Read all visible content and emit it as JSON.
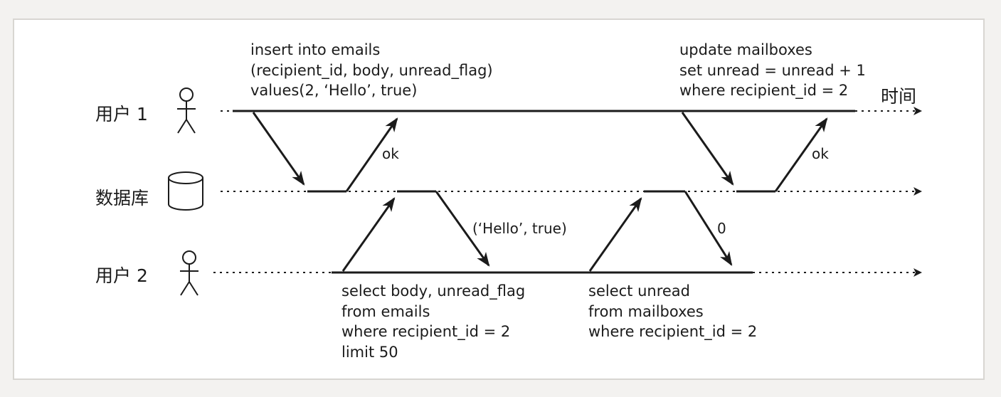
{
  "actors": {
    "user1": "用户 1",
    "database": "数据库",
    "user2": "用户 2"
  },
  "time_label": "时间",
  "queries": {
    "insert": [
      "insert into emails",
      "(recipient_id, body, unread_flag)",
      "values(2, ‘Hello’, true)"
    ],
    "update": [
      "update mailboxes",
      "set unread = unread + 1",
      "where recipient_id = 2"
    ],
    "select_emails": [
      "select body, unread_flag",
      "from emails",
      "where recipient_id = 2",
      "limit 50"
    ],
    "select_unread": [
      "select unread",
      "from mailboxes",
      "where recipient_id = 2"
    ]
  },
  "responses": {
    "ok_insert": "ok",
    "ok_update": "ok",
    "select_emails_result": "(‘Hello’, true)",
    "select_unread_result": "0"
  },
  "colors": {
    "background": "#f3f2f0",
    "frame": "#d8d6d2",
    "ink": "#1b1b1b"
  }
}
